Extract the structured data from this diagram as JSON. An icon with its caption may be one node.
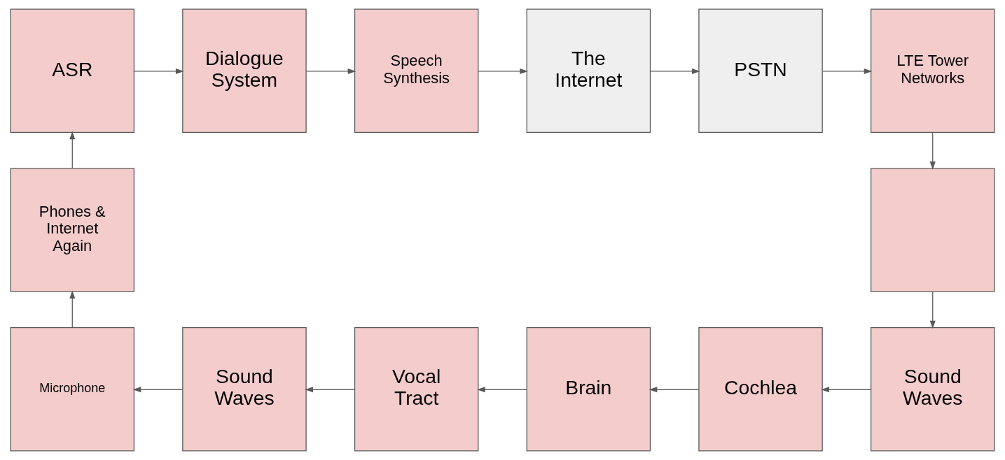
{
  "diagram": {
    "nodes": [
      {
        "text": [
          "ASR"
        ]
      },
      {
        "text": [
          "Dialogue System"
        ]
      },
      {
        "text": [
          "Speech Synthesis"
        ]
      },
      {
        "text": [
          "The Internet"
        ]
      },
      {
        "text": [
          "PSTN"
        ]
      },
      {
        "text": [
          "LTE Tower Networks"
        ]
      },
      {
        "text": [
          "Phones & Internet Again"
        ]
      },
      {
        "text": [],
        "shape": "box"
      },
      {
        "text": [
          "Microphone"
        ]
      },
      {
        "text": [
          "Sound Waves"
        ]
      },
      {
        "text": [
          "Vocal Tract"
        ]
      },
      {
        "text": [
          "Brain"
        ]
      },
      {
        "text": [
          "Cochlea"
        ]
      },
      {
        "text": [
          "Sound Waves"
        ]
      }
    ],
    "edges": [
      {
        "from": 0,
        "to": 1,
        "arrow": "to"
      },
      {
        "from": 1,
        "to": 2,
        "arrow": "to"
      },
      {
        "from": 2,
        "to": 3,
        "arrow": "to"
      },
      {
        "from": 3,
        "to": 4,
        "arrow": "to"
      },
      {
        "from": 4,
        "to": 5,
        "arrow": "to"
      },
      {
        "from": 5,
        "to": 7,
        "arrow": "to"
      },
      {
        "from": 7,
        "to": 13,
        "arrow": "to"
      },
      {
        "from": 13,
        "to": 12,
        "arrow": "to"
      },
      {
        "from": 12,
        "to": 11,
        "arrow": "to"
      },
      {
        "from": 11,
        "to": 10,
        "arrow": "to"
      },
      {
        "from": 10,
        "to": 9,
        "arrow": "to"
      },
      {
        "from": 9,
        "to": 8,
        "arrow": "to"
      },
      {
        "from": 8,
        "to": 6,
        "arrow": "to"
      },
      {
        "from": 6,
        "to": 0,
        "arrow": "to"
      }
    ]
  }
}
